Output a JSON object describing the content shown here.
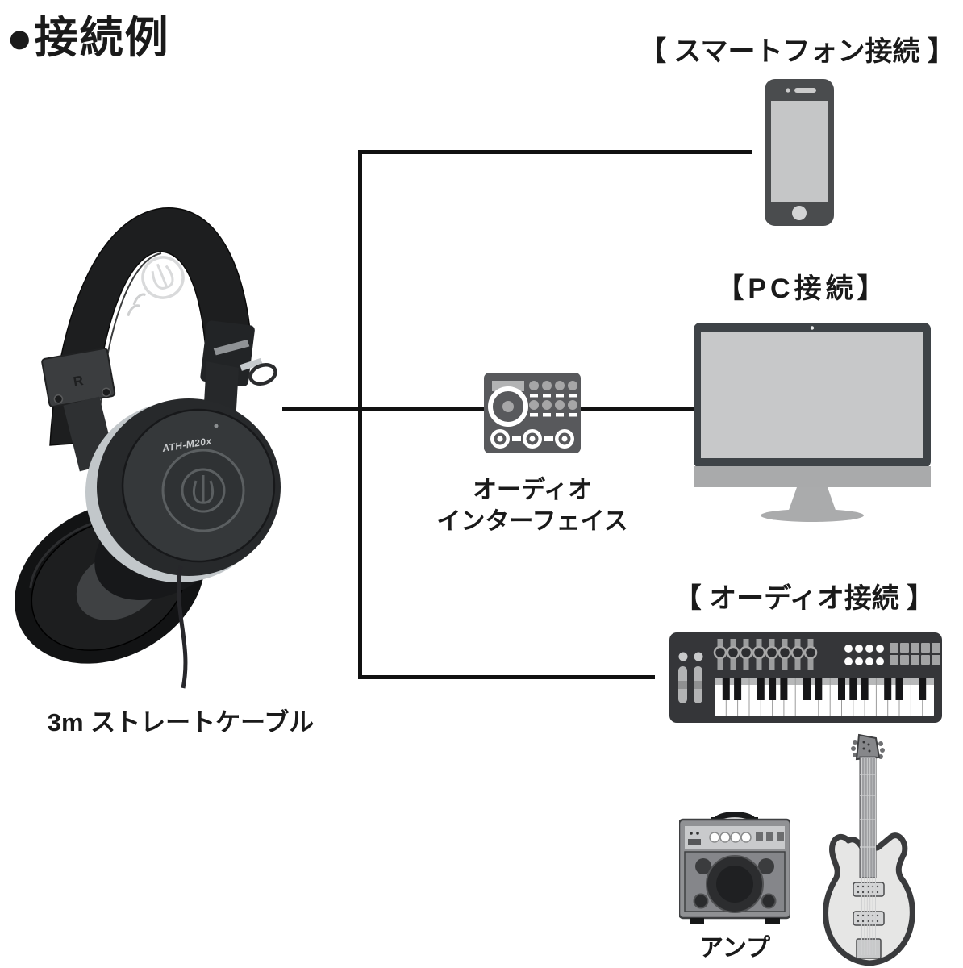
{
  "title": "●接続例",
  "headphones": {
    "name": "ATH-M20x headphones",
    "model_text": "ATH-M20x",
    "ear_marking": "R",
    "cable_label": "3m ストレートケーブル"
  },
  "connections": {
    "smartphone": {
      "label": "【 スマートフォン接続 】"
    },
    "pc": {
      "label": "【PC接続】"
    },
    "audio": {
      "label": "【 オーディオ接続 】"
    }
  },
  "audio_interface": {
    "label_line1": "オーディオ",
    "label_line2": "インターフェイス"
  },
  "amp": {
    "label": "アンプ"
  },
  "icons": {
    "smartphone": "smartphone-icon",
    "pc": "desktop-monitor-icon",
    "audio_interface": "audio-interface-icon",
    "midi_keyboard": "midi-keyboard-icon",
    "amp": "guitar-amp-icon",
    "guitar": "electric-guitar-icon",
    "headphones": "headphones-image"
  },
  "colors": {
    "line": "#111111",
    "device_dark": "#47494c",
    "device_gray": "#a9aaab",
    "screen_gray": "#c6c7c8",
    "interface_body": "#58595c",
    "keyboard_body": "#353639",
    "background": "#ffffff"
  }
}
